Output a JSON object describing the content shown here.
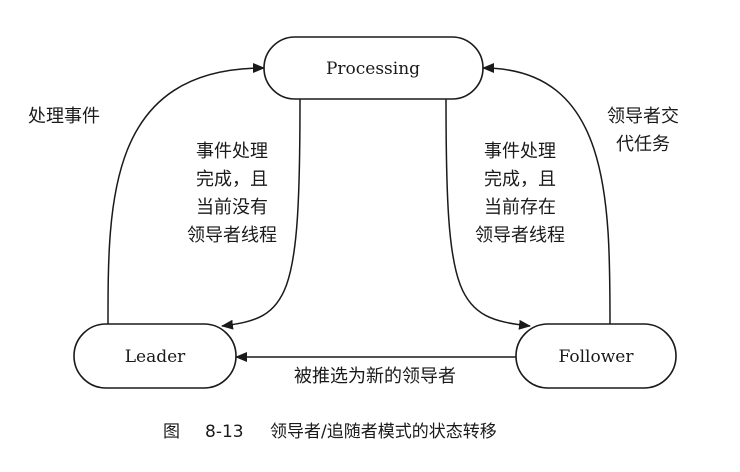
{
  "nodes": {
    "processing": "Processing",
    "leader": "Leader",
    "follower": "Follower"
  },
  "edges": {
    "leader_to_processing": [
      "处理事件"
    ],
    "processing_to_leader": [
      "事件处理",
      "完成，且",
      "当前没有",
      "领导者线程"
    ],
    "processing_to_follower": [
      "事件处理",
      "完成，且",
      "当前存在",
      "领导者线程"
    ],
    "follower_to_processing": [
      "领导者交",
      "代任务"
    ],
    "follower_to_leader": [
      "被推选为新的领导者"
    ]
  },
  "caption": {
    "figure_label": "图",
    "figure_number": "8-13",
    "title": "领导者/追随者模式的状态转移"
  }
}
